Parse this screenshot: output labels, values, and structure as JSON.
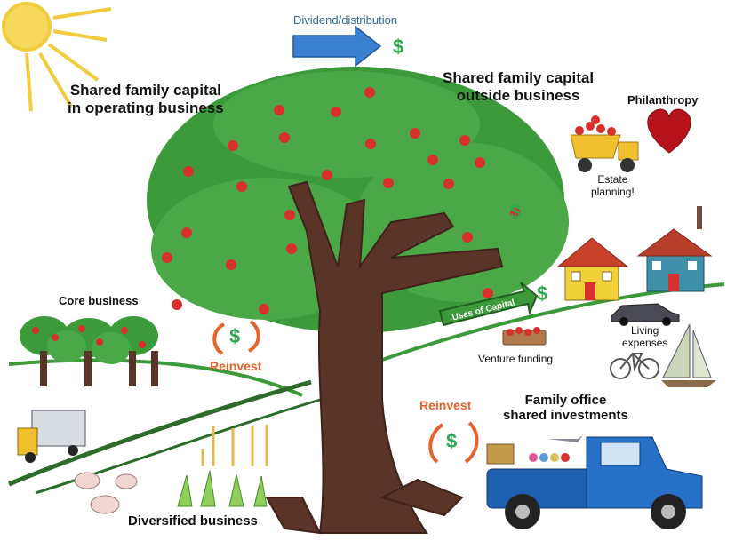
{
  "labels": {
    "dividend": "Dividend/distribution",
    "shared_operating": "Shared family capital\nin operating business",
    "shared_outside": "Shared family capital\noutside business",
    "philanthropy": "Philanthropy",
    "estate_planning": "Estate\nplanning!",
    "uses_of_capital": "Uses of Capital",
    "core_business": "Core business",
    "reinvest_left": "Reinvest",
    "reinvest_right": "Reinvest",
    "venture_funding": "Venture funding",
    "living_expenses": "Living\nexpenses",
    "family_office": "Family office\nshared investments",
    "diversified": "Diversified business",
    "dollar": "$"
  },
  "colors": {
    "foliage": "#3c9a3a",
    "trunk": "#5a3427",
    "apple": "#d8302a",
    "arrow_blue": "#3b7fd0",
    "dollar_green": "#2fa84f",
    "reinvest_orange": "#e8622b",
    "sun": "#f1cc3d",
    "truck_blue": "#1f5fb0"
  }
}
